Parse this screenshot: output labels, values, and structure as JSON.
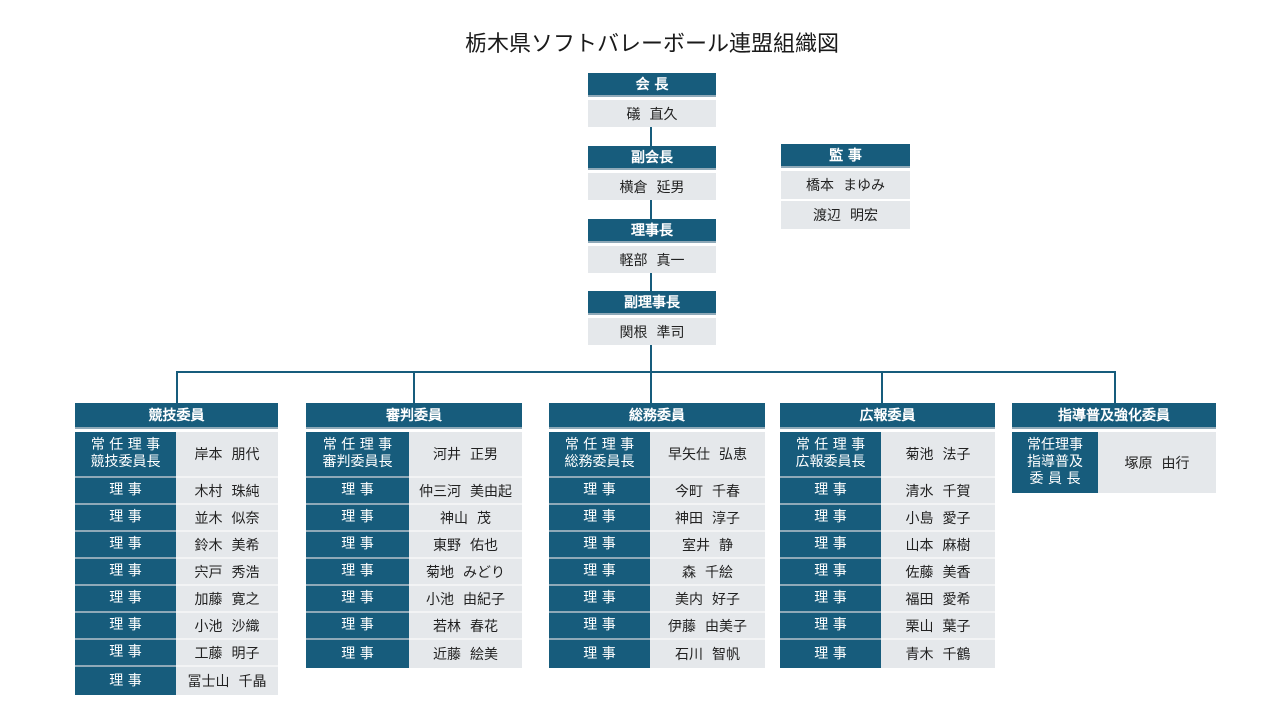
{
  "title": "栃木県ソフトバレーボール連盟組織図",
  "colors": {
    "header": "#175c7c",
    "cell": "#e5e8eb",
    "line": "#175c7c"
  },
  "executives": [
    {
      "title": "会 長",
      "name": "礒  直久"
    },
    {
      "title": "副会長",
      "name": "横倉  延男"
    },
    {
      "title": "理事長",
      "name": "軽部  真一"
    },
    {
      "title": "副理事長",
      "name": "関根  準司"
    }
  ],
  "auditors": {
    "title": "監 事",
    "names": [
      "橋本  まゆみ",
      "渡辺  明宏"
    ]
  },
  "committees": [
    {
      "title": "競技委員",
      "chair_role": "常 任 理 事\n競技委員長",
      "chair_name": "岸本  朋代",
      "member_role": "理 事",
      "members": [
        "木村  珠純",
        "並木  似奈",
        "鈴木  美希",
        "宍戸  秀浩",
        "加藤  寛之",
        "小池  沙織",
        "工藤  明子",
        "冨士山  千晶"
      ]
    },
    {
      "title": "審判委員",
      "chair_role": "常 任 理 事\n審判委員長",
      "chair_name": "河井  正男",
      "member_role": "理 事",
      "members": [
        "仲三河  美由起",
        "神山  茂",
        "東野  佑也",
        "菊地  みどり",
        "小池  由紀子",
        "若林  春花",
        "近藤  絵美"
      ]
    },
    {
      "title": "総務委員",
      "chair_role": "常 任 理 事\n総務委員長",
      "chair_name": "早矢仕  弘恵",
      "member_role": "理 事",
      "members": [
        "今町  千春",
        "神田  淳子",
        "室井  静",
        "森  千絵",
        "美内  好子",
        "伊藤  由美子",
        "石川  智帆"
      ]
    },
    {
      "title": "広報委員",
      "chair_role": "常 任 理 事\n広報委員長",
      "chair_name": "菊池  法子",
      "member_role": "理 事",
      "members": [
        "清水  千賀",
        "小島  愛子",
        "山本  麻樹",
        "佐藤  美香",
        "福田  愛希",
        "栗山  葉子",
        "青木  千鶴"
      ]
    },
    {
      "title": "指導普及強化委員",
      "chair_role": "常任理事\n指導普及\n委 員 長",
      "chair_name": "塚原  由行",
      "member_role": "理 事",
      "members": []
    }
  ]
}
